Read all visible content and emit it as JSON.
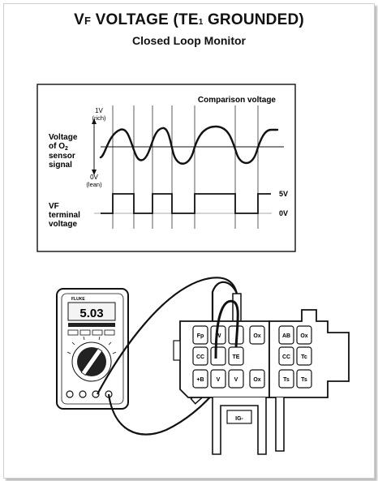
{
  "header": {
    "title_a": "V",
    "title_b": "F",
    "title_c": " VOLTAGE (TE",
    "title_d": "1",
    "title_e": " GROUNDED)",
    "subtitle": "Closed Loop Monitor"
  },
  "waveform": {
    "comparison_label": "Comparison voltage",
    "o2_label_lines": [
      "Voltage",
      "of O",
      "sensor",
      "signal"
    ],
    "o2_sub": "2",
    "rich_value": "1V",
    "rich_word": "(rich)",
    "lean_value": "0V",
    "lean_word": "(lean)",
    "vf_label_lines": [
      "VF",
      "terminal",
      "voltage"
    ],
    "high_level": "5V",
    "low_level": "0V"
  },
  "meter": {
    "reading": "5.03",
    "brand": "FLUKE"
  },
  "connector": {
    "row1": [
      "Fp",
      "W",
      "",
      "Ox",
      "AB",
      "Ox"
    ],
    "row2": [
      "CC",
      "",
      "TE",
      "",
      "CC",
      "Tc"
    ],
    "row3": [
      "+B",
      "V",
      "V",
      "Ox",
      "Ts",
      "Ts"
    ],
    "ig": "IG-"
  }
}
